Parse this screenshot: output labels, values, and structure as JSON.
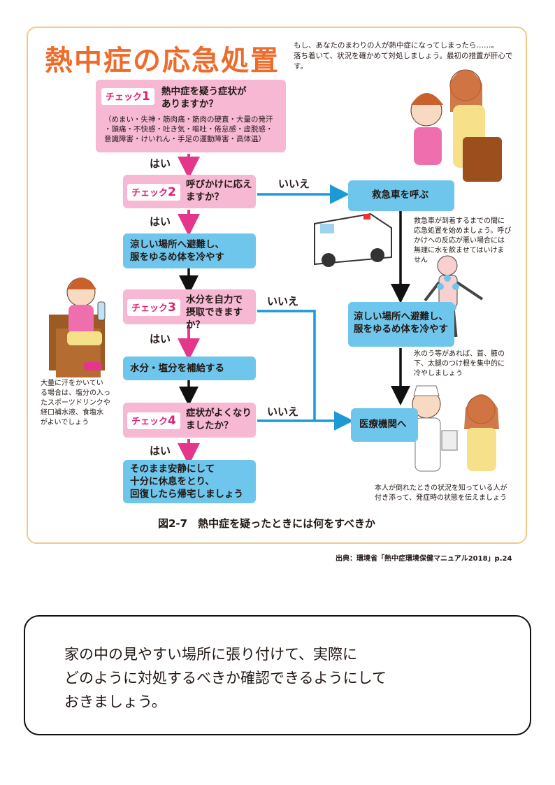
{
  "title": "熱中症の応急処置",
  "intro": [
    "もし、あなたのまわりの人が熱中症になってしまったら……。",
    "落ち着いて、状況を確かめて対処しましょう。最初の措置が肝心です。"
  ],
  "check_prefix": "チェック",
  "check1": {
    "num": "1",
    "question": [
      "熱中症を疑う症状が",
      "ありますか？"
    ],
    "symptoms": [
      "（めまい・失神・筋肉痛・筋肉の硬直・大量の発汗",
      "・頭痛・不快感・吐き気・嘔吐・倦怠感・虚脱感・",
      "意識障害・けいれん・手足の運動障害・高体温）"
    ]
  },
  "check2": {
    "num": "2",
    "question": [
      "呼びかけに応え",
      "ますか？"
    ]
  },
  "check3": {
    "num": "3",
    "question": [
      "水分を自力で",
      "摂取できますか？"
    ]
  },
  "check4": {
    "num": "4",
    "question": [
      "症状がよくなり",
      "ましたか？"
    ]
  },
  "yes": "はい",
  "no": "いいえ",
  "actions": {
    "cool_left": [
      "涼しい場所へ避難し、",
      "服をゆるめ体を冷やす"
    ],
    "fluids": "水分・塩分を補給する",
    "rest": [
      "そのまま安静にして",
      "十分に休息をとり、",
      "回復したら帰宅しましょう"
    ],
    "ambulance": "救急車を呼ぶ",
    "cool_right": [
      "涼しい場所へ避難し、",
      "服をゆるめ体を冷やす"
    ],
    "hospital": "医療機関へ"
  },
  "notes": {
    "ambulance": [
      "救急車が到着するまでの間に",
      "応急処置を始めましょう。呼び",
      "かけへの反応が悪い場合には",
      "無理に水を飲ませてはいけま",
      "せん"
    ],
    "ice": [
      "氷のう等があれば、首、腋の",
      "下、太腿のつけ根を集中的に",
      "冷やしましょう"
    ],
    "sweat": [
      "大量に汗をかいてい",
      "る場合は、塩分の入っ",
      "たスポーツドリンクや",
      "経口補水液、食塩水",
      "がよいでしょう"
    ],
    "companion": [
      "本人が倒れたときの状況を知っている人が",
      "付き添って、発症時の状態を伝えましょう"
    ]
  },
  "caption": "図2-7　熱中症を疑ったときには何をすべきか",
  "source": "出典：環境省「熱中症環境保健マニュアル2018」p.24",
  "message": [
    "家の中の見やすい場所に張り付けて、実際に",
    "どのように対処するべきか確認できるようにして",
    "おきましょう。"
  ],
  "colors": {
    "pink_box": "#f6b8d3",
    "blue_box": "#6fc6ec",
    "pink_arrow": "#e4368a",
    "blue_arrow": "#1b9ad6",
    "title": "#ee6c2b",
    "frame": "#f3c98b"
  }
}
